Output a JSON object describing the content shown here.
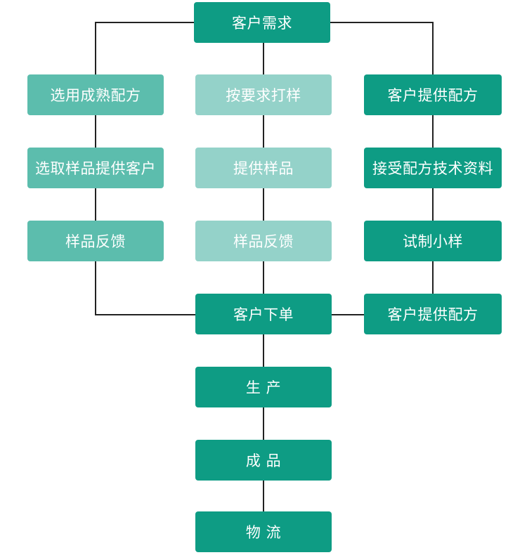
{
  "flowchart": {
    "top": {
      "label": "客户需求"
    },
    "left": [
      "选用成熟配方",
      "选取样品提供客户",
      "样品反馈"
    ],
    "center": [
      "按要求打样",
      "提供样品",
      "样品反馈"
    ],
    "right": [
      "客户提供配方",
      "接受配方技术资料",
      "试制小样",
      "客户提供配方"
    ],
    "order": {
      "label": "客户下单"
    },
    "bottom": [
      "生 产",
      "成 品",
      "物 流"
    ]
  },
  "colors": {
    "dark": "#0e9c84",
    "mid": "#5cbdad",
    "light": "#94d2c9",
    "line": "#222222",
    "text": "#ffffff"
  }
}
